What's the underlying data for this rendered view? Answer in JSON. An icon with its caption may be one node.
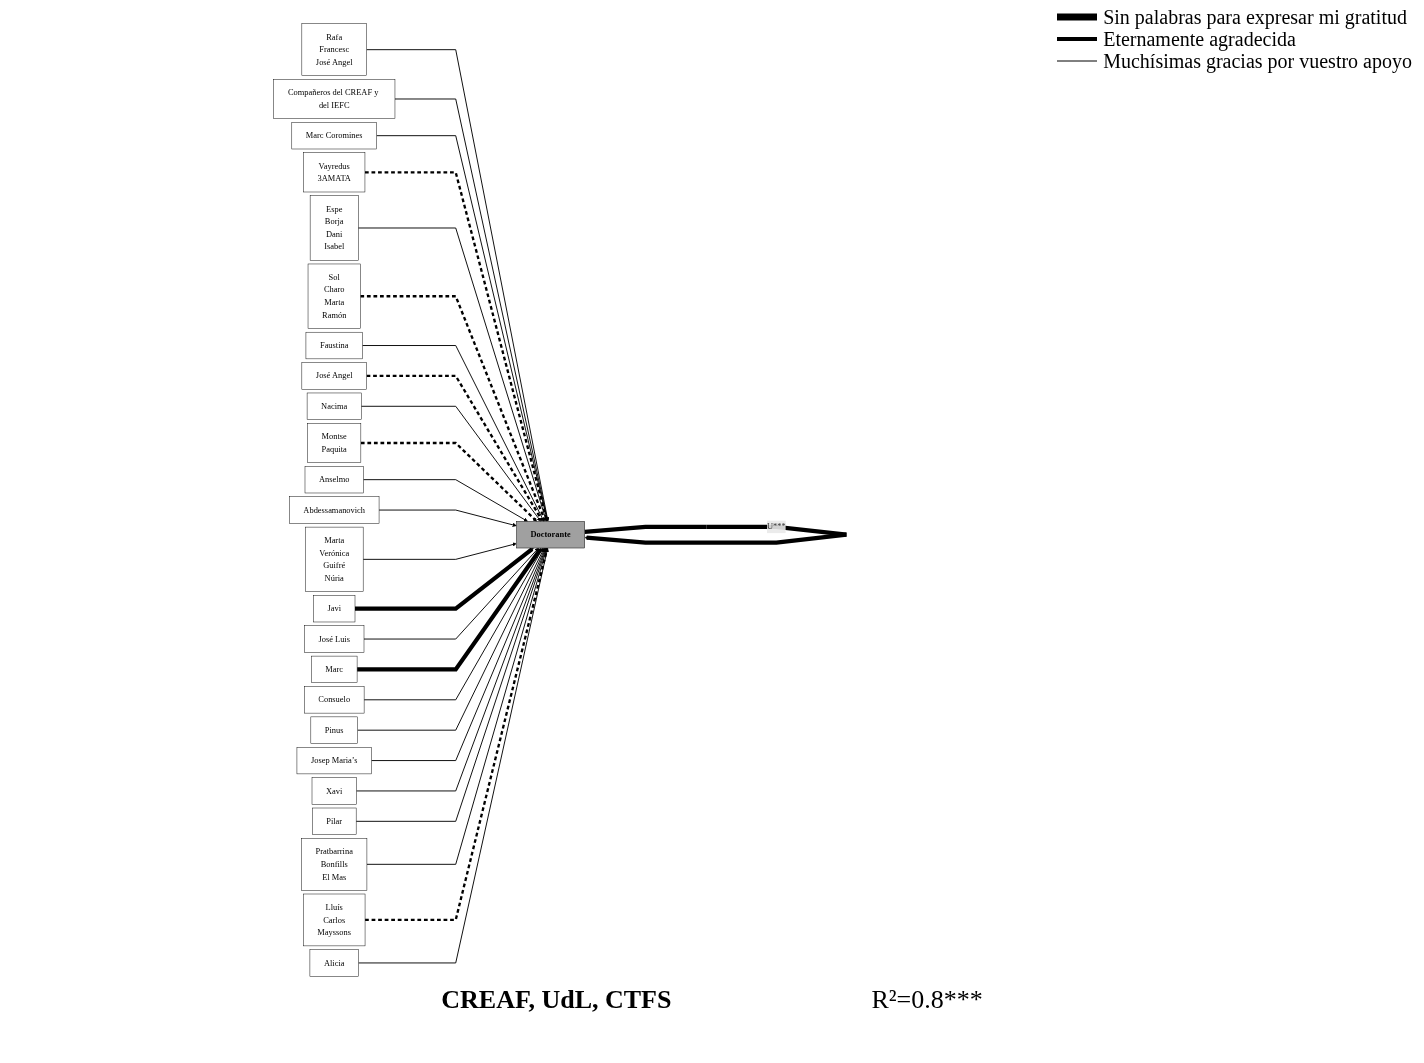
{
  "diagram": {
    "caption": "CREAF, UdL, CTFS",
    "nodes": [
      {
        "text": [
          "Rafa",
          "Francesc",
          "José Angel"
        ]
      },
      {
        "text": [
          "Compañeros del CREAF y del IEFC"
        ]
      },
      {
        "text": [
          "Marc Coromines"
        ]
      },
      {
        "text": [
          "Vayredus",
          "3AMATA"
        ]
      },
      {
        "text": [
          "Espe",
          "Borja",
          "Dani",
          "Isabel"
        ]
      },
      {
        "text": [
          "Sol",
          "Charo",
          "Marta",
          "Ramón"
        ]
      },
      {
        "text": [
          "Faustina"
        ]
      },
      {
        "text": [
          "José Angel"
        ]
      },
      {
        "text": [
          "Nacima"
        ]
      },
      {
        "text": [
          "Montse",
          "Paquita"
        ]
      },
      {
        "text": [
          "Anselmo"
        ]
      },
      {
        "text": [
          "Abdessamanovich"
        ]
      },
      {
        "text": [
          "Marta",
          "Verónica",
          "Guifré",
          "Núria"
        ]
      },
      {
        "text": [
          "Javi"
        ]
      },
      {
        "text": [
          "José Luis"
        ]
      },
      {
        "text": [
          "Marc"
        ]
      },
      {
        "text": [
          "Consuelo"
        ]
      },
      {
        "text": [
          "Pinus"
        ]
      },
      {
        "text": [
          "Josep Maria’s"
        ]
      },
      {
        "text": [
          "Xavi"
        ]
      },
      {
        "text": [
          "Pilar"
        ]
      },
      {
        "text": [
          "Pratbarrina",
          "Bonfills",
          "El Mas"
        ]
      },
      {
        "text": [
          "Lluís",
          "Carlos",
          "Mayssons"
        ]
      },
      {
        "text": [
          "Alicia"
        ]
      },
      {
        "text": [
          "Doctorante"
        ]
      }
    ],
    "edges": [
      {
        "from": 0,
        "to": 24,
        "arrow": "to"
      },
      {
        "from": 1,
        "to": 24,
        "arrow": "to"
      },
      {
        "from": 2,
        "to": 24,
        "arrow": "to"
      },
      {
        "from": 3,
        "to": 24,
        "arrow": "to",
        "style": "dashed"
      },
      {
        "from": 4,
        "to": 24,
        "arrow": "to"
      },
      {
        "from": 5,
        "to": 24,
        "arrow": "to",
        "style": "dashed"
      },
      {
        "from": 6,
        "to": 24,
        "arrow": "to"
      },
      {
        "from": 7,
        "to": 24,
        "arrow": "to",
        "style": "dashed"
      },
      {
        "from": 8,
        "to": 24,
        "arrow": "to"
      },
      {
        "from": 9,
        "to": 24,
        "arrow": "to",
        "style": "dashed"
      },
      {
        "from": 10,
        "to": 24,
        "arrow": "to"
      },
      {
        "from": 11,
        "to": 24,
        "arrow": "to"
      },
      {
        "from": 12,
        "to": 24,
        "arrow": "to"
      },
      {
        "from": 13,
        "to": 24,
        "arrow": "to",
        "style": "thick"
      },
      {
        "from": 14,
        "to": 24,
        "arrow": "to"
      },
      {
        "from": 15,
        "to": 24,
        "arrow": "to",
        "style": "thick"
      },
      {
        "from": 16,
        "to": 24,
        "arrow": "to"
      },
      {
        "from": 17,
        "to": 24,
        "arrow": "to"
      },
      {
        "from": 18,
        "to": 24,
        "arrow": "to"
      },
      {
        "from": 19,
        "to": 24,
        "arrow": "to"
      },
      {
        "from": 20,
        "to": 24,
        "arrow": "to"
      },
      {
        "from": 21,
        "to": 24,
        "arrow": "to"
      },
      {
        "from": 22,
        "to": 24,
        "arrow": "to",
        "style": "dashed"
      },
      {
        "from": 23,
        "to": 24,
        "arrow": "to"
      },
      {
        "from": 24,
        "to": 24,
        "arrow": "to",
        "style": "thick",
        "label": "U***"
      }
    ],
    "labels": [
      "R²=0.8***"
    ],
    "legend": [
      {
        "text": "Sin palabras para expresar mi gratitud"
      },
      {
        "text": "Eternamente agradecida"
      },
      {
        "text": "Muchísimas gracias por vuestro apoyo"
      }
    ]
  }
}
